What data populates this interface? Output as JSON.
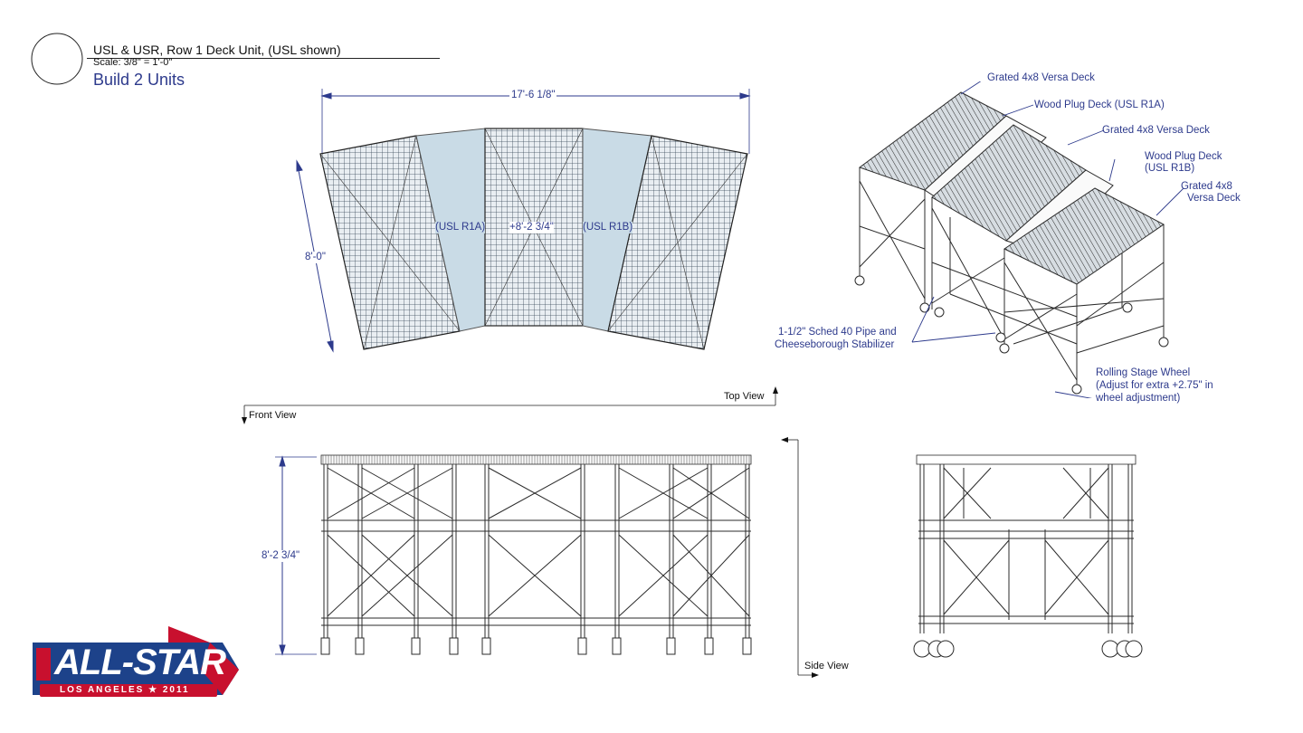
{
  "title_block": {
    "title": "USL & USR, Row 1 Deck Unit, (USL shown)",
    "scale": "Scale: 3/8\" = 1'-0\"",
    "build": "Build 2 Units"
  },
  "top_view": {
    "label": "Top View",
    "dim_width": "17'-6 1/8\"",
    "dim_depth": "8'-0\"",
    "deck_left_label": "(USL R1A)",
    "deck_center_label": "+8'-2 3/4\"",
    "deck_right_label": "(USL R1B)"
  },
  "iso_view": {
    "callouts": [
      "Grated 4x8 Versa Deck",
      "Wood Plug Deck (USL R1A)",
      "Grated 4x8 Versa Deck",
      "Wood Plug Deck",
      "(USL R1B)",
      "Grated 4x8",
      "Versa Deck",
      "1-1/2\" Sched 40 Pipe and",
      "Cheeseborough Stabilizer",
      "Rolling Stage Wheel",
      "(Adjust for extra +2.75\" in",
      "wheel adjustment)"
    ]
  },
  "front_view": {
    "label": "Front View",
    "dim_height": "8'-2 3/4\""
  },
  "side_view": {
    "label": "Side View"
  },
  "logo": {
    "text": "ALL-STAR",
    "subtext": "LOS ANGELES ★ 2011",
    "colors": {
      "red": "#c8102e",
      "blue": "#1d428a",
      "navy": "#17315e"
    }
  },
  "colors": {
    "annotation": "#2d3a8c",
    "line": "#2b2b2b",
    "plug_deck": "#c9dbe6"
  }
}
